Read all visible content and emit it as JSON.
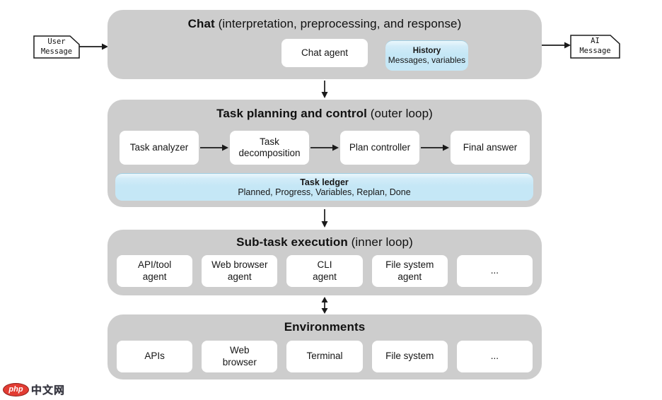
{
  "colors": {
    "container_gray": "#cdcdcd",
    "card_white": "#ffffff",
    "accent_blue": "#c5e7f6",
    "text": "#161616",
    "arrow": "#1a1a1a",
    "logo_red": "#e23c33"
  },
  "io": {
    "user_message": {
      "line1": "User",
      "line2": "Message"
    },
    "ai_message": {
      "line1": "AI",
      "line2": "Message"
    }
  },
  "sections": {
    "chat": {
      "title_bold": "Chat",
      "title_rest": " (interpretation, preprocessing, and response)",
      "chat_agent_label": "Chat agent",
      "history": {
        "title": "History",
        "subtitle": "Messages, variables"
      }
    },
    "planning": {
      "title_bold": "Task planning and control",
      "title_rest": " (outer loop)",
      "steps": [
        "Task analyzer",
        "Task\ndecomposition",
        "Plan controller",
        "Final answer"
      ],
      "ledger": {
        "title": "Task ledger",
        "subtitle": "Planned, Progress, Variables, Replan, Done"
      }
    },
    "subtask": {
      "title_bold": "Sub-task execution",
      "title_rest": " (inner loop)",
      "agents": [
        "API/tool\nagent",
        "Web browser\nagent",
        "CLI\nagent",
        "File system\nagent",
        "..."
      ]
    },
    "environments": {
      "title_bold": "Environments",
      "title_rest": "",
      "items": [
        "APIs",
        "Web\nbrowser",
        "Terminal",
        "File system",
        "..."
      ]
    }
  },
  "watermark": {
    "badge": "php",
    "text": "中文网"
  }
}
